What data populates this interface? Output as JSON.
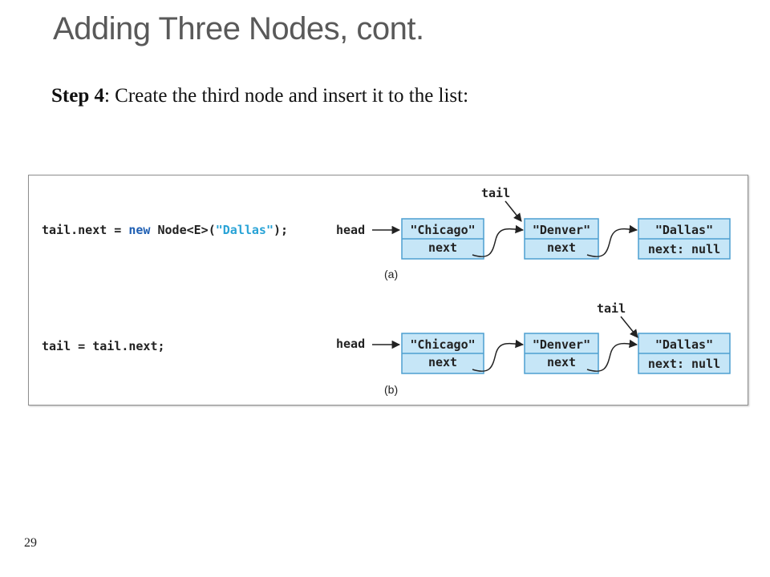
{
  "slide": {
    "title": "Adding Three Nodes, cont.",
    "step_label": "Step 4",
    "step_text": ": Create the third node and insert it to the list:",
    "page_number": "29"
  },
  "figure": {
    "row_a": {
      "code": {
        "prefix": "tail.next = ",
        "keyword": "new",
        "middle": " Node<E>(",
        "literal": "\"Dallas\"",
        "suffix": ");"
      },
      "head_label": "head",
      "tail_label": "tail",
      "caption": "(a)",
      "nodes": [
        {
          "value": "\"Chicago\"",
          "next": "next"
        },
        {
          "value": "\"Denver\"",
          "next": "next"
        },
        {
          "value": "\"Dallas\"",
          "next": "next: null"
        }
      ]
    },
    "row_b": {
      "code": "tail = tail.next;",
      "head_label": "head",
      "tail_label": "tail",
      "caption": "(b)",
      "nodes": [
        {
          "value": "\"Chicago\"",
          "next": "next"
        },
        {
          "value": "\"Denver\"",
          "next": "next"
        },
        {
          "value": "\"Dallas\"",
          "next": "next: null"
        }
      ]
    },
    "colors": {
      "node_fill": "#c6e6f7",
      "node_border": "#4d9fd0",
      "keyword": "#1f5fb3",
      "literal": "#29a3d6",
      "text": "#222222"
    }
  }
}
